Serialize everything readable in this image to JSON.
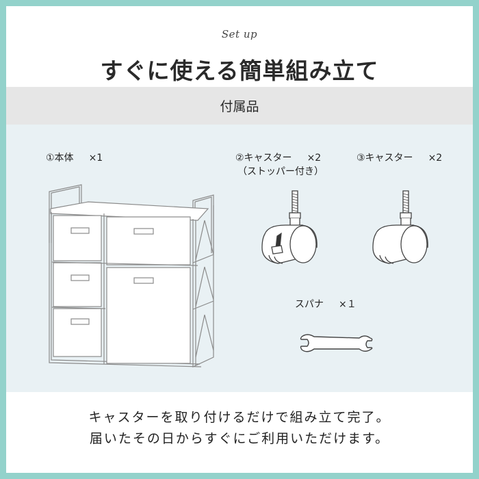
{
  "header": {
    "script_label": "Set up",
    "title": "すぐに使える簡単組み立て"
  },
  "section": {
    "title": "付属品"
  },
  "items": [
    {
      "label": "①本体",
      "quantity": "×1",
      "icon": "storage-rack-icon"
    },
    {
      "label": "②キャスター",
      "quantity": "×2",
      "note": "（ストッパー付き）",
      "icon": "caster-with-stopper-icon"
    },
    {
      "label": "③キャスター",
      "quantity": "×2",
      "icon": "caster-icon"
    },
    {
      "label": "スパナ",
      "quantity": "×１",
      "icon": "wrench-icon"
    }
  ],
  "footer": {
    "line1": "キャスターを取り付けるだけで組み立て完了。",
    "line2": "届いたその日からすぐにご利用いただけます。"
  },
  "colors": {
    "border": "#93d2cb",
    "band": "#e6e6e6",
    "panel": "#e9f1f4",
    "text": "#222222"
  }
}
